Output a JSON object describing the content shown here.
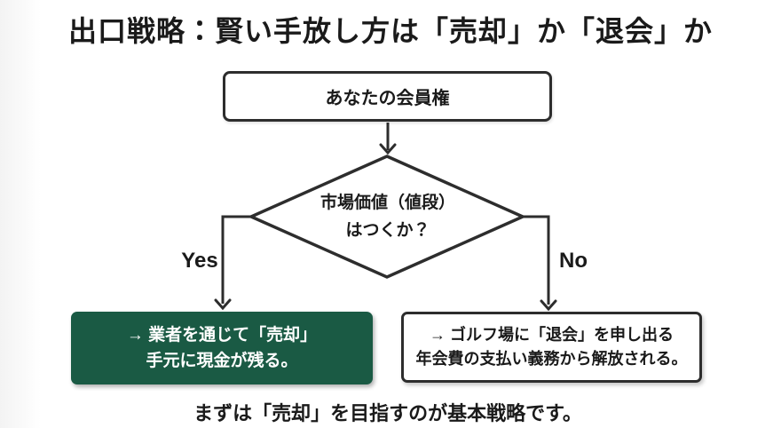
{
  "title": "出口戦略：賢い手放し方は「売却」か「退会」か",
  "flowchart": {
    "start_box": {
      "label": "あなたの会員権"
    },
    "decision": {
      "line1": "市場価値（値段）",
      "line2": "はつくか？"
    },
    "branches": {
      "yes": "Yes",
      "no": "No"
    },
    "sell_box": {
      "line1": "→ 業者を通じて「売却」",
      "line2": "手元に現金が残る。"
    },
    "withdraw_box": {
      "line1": "→ ゴルフ場に「退会」を申し出る",
      "line2": "年会費の支払い義務から解放される。"
    }
  },
  "footer": "まずは「売却」を目指すのが基本戦略です。",
  "colors": {
    "accent_green": "#1a5a44",
    "line_dark": "#2d2d2d",
    "text_dark": "#1a1a1a"
  }
}
